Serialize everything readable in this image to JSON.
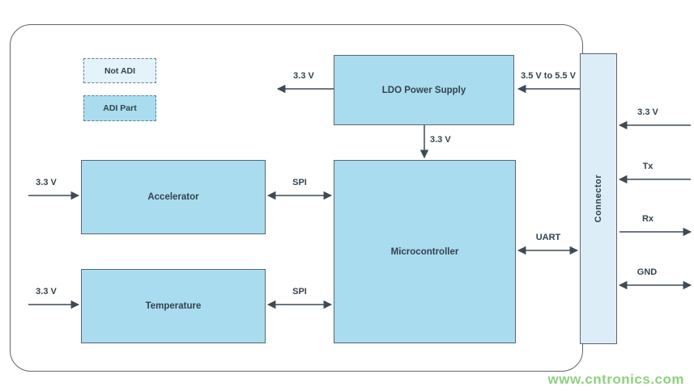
{
  "diagram": {
    "legend": {
      "not_adi": "Not ADI",
      "adi_part": "ADI Part"
    },
    "blocks": {
      "ldo": {
        "label": "LDO Power Supply"
      },
      "microcontroller": {
        "label": "Microcontroller"
      },
      "accelerator": {
        "label": "Accelerator"
      },
      "temperature": {
        "label": "Temperature"
      },
      "connector": {
        "label": "Connector"
      }
    },
    "signals": {
      "ldo_output": "3.3 V",
      "supply_input": "3.5 V to 5.5 V",
      "ldo_to_mcu": "3.3 V",
      "accelerator_supply": "3.3 V",
      "temperature_supply": "3.3 V",
      "accelerator_bus": "SPI",
      "temperature_bus": "SPI",
      "mcu_connector_bus": "UART",
      "connector_33v": "3.3 V",
      "connector_tx": "Tx",
      "connector_rx": "Rx",
      "connector_gnd": "GND"
    },
    "colors": {
      "block_fill": "#a9dcef",
      "connector_fill": "#dcedf7",
      "not_adi_fill": "#e4f2fa",
      "outline": "#5b6670",
      "text": "#33434e",
      "watermark_green": "#8fd17e"
    }
  },
  "watermark": "www.cntronics.com"
}
